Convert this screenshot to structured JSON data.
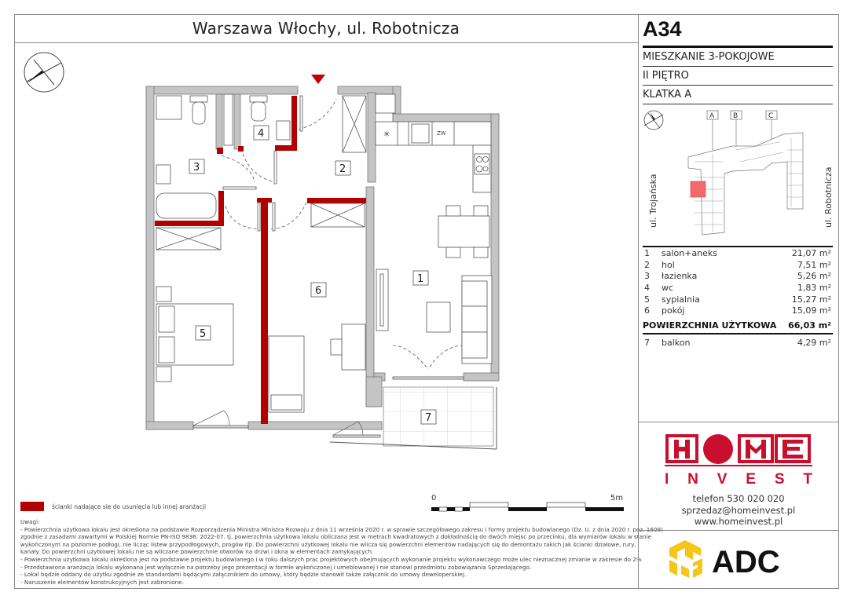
{
  "header": {
    "title": "Warszawa Włochy, ul. Robotnicza"
  },
  "apartment": {
    "code": "A34",
    "type": "MIESZKANIE 3-POKOJOWE",
    "floor": "II PIĘTRO",
    "staircase": "KLATKA A"
  },
  "site_plan": {
    "staircase_labels": [
      "A",
      "B",
      "C"
    ],
    "street_left": "ul. Trojańska",
    "street_right": "ul. Robotnicza",
    "highlight_color": "#f26b6b"
  },
  "rooms": [
    {
      "num": "1",
      "name": "salon+aneks",
      "area": "21,07 m²"
    },
    {
      "num": "2",
      "name": "hol",
      "area": "7,51 m²"
    },
    {
      "num": "3",
      "name": "łazienka",
      "area": "5,26 m²"
    },
    {
      "num": "4",
      "name": "wc",
      "area": "1,83 m²"
    },
    {
      "num": "5",
      "name": "sypialnia",
      "area": "15,27 m²"
    },
    {
      "num": "6",
      "name": "pokój",
      "area": "15,09 m²"
    }
  ],
  "total": {
    "label": "POWIERZCHNIA UŻYTKOWA",
    "area": "66,03 m²"
  },
  "extra": [
    {
      "num": "7",
      "name": "balkon",
      "area": "4,29 m²"
    }
  ],
  "plan": {
    "room_tags": [
      "1",
      "2",
      "3",
      "4",
      "5",
      "6",
      "7"
    ],
    "kitchen_fridge_label": "ZW",
    "entry_marker_color": "#c00000",
    "removable_wall_color": "#b30000",
    "wall_color": "#c4c4c4"
  },
  "scale": {
    "start": "0",
    "end": "5m"
  },
  "legend": {
    "text": "ścianki nadające sie do usunięcia lub innej aranżacji"
  },
  "notes": {
    "title": "Uwagi:",
    "lines": [
      "- Powierzchnia użytkowa lokalu jest określona na podstawie Rozporządzenia Ministra Ministra Rozwoju z dnia 11 września 2020 r. w sprawie szczegółowego zakresu i formy projektu budowlanego (Dz. U. z dnia 2020 r. poz. 1609)",
      "zgodnie z zasadami zawartymi w Polskiej Normie PN-ISO 9836: 2022-07. tj. powierzchnia użytkowa lokalu obliczana jest w metrach kwadratowych z dokładnością do dwóch miejsc po przecinku, dla wymiarów lokalu w stanie",
      "wykończonym na poziomie podłogi, nie licząc listew przypodłogowych, progów itp. Do powierzchni użytkowej lokalu nie wlicza się powierzchni elementów nadających się do demontażu takich jak ścianki działowe, rury,",
      "kanały. Do powierzchni użytkowej lokalu nie są wliczane powierzchnie otworów na drzwi i okna w elementach zamykających.",
      "- Powierzchnia użytkowa lokalu określona jest na podstawie projektu budowlanego i w toku dalszych prac projektowych obejmujących wykonanie projektu wykonawczego może ulec nieznacznej zmianie w zakresie do 2%",
      "- Przedstawiona aranżacja lokalu wykonana jest wyłącznie na potrzeby jego prezentacji w formie wykończonej i umeblowanej i nie stanowi przedmiotu zobowiązania Sprzedającego.",
      "- Lokal będzie oddany do użytku zgodnie ze standardami będącymi załącznikiem do umowy, który będzie stanowił także załącznik do umowy deweloperskiej.",
      "- Naruszenie elementów konstrukcyjnych jest zabronione."
    ]
  },
  "brand": {
    "home": "HOME",
    "invest": "I N V E S T",
    "color": "#c8102e",
    "phone": "telefon 530 020 020",
    "email": "sprzedaz@homeinvest.pl",
    "website": "www.homeinvest.pl"
  },
  "partner": {
    "name": "ADC",
    "color": "#f5c518"
  }
}
